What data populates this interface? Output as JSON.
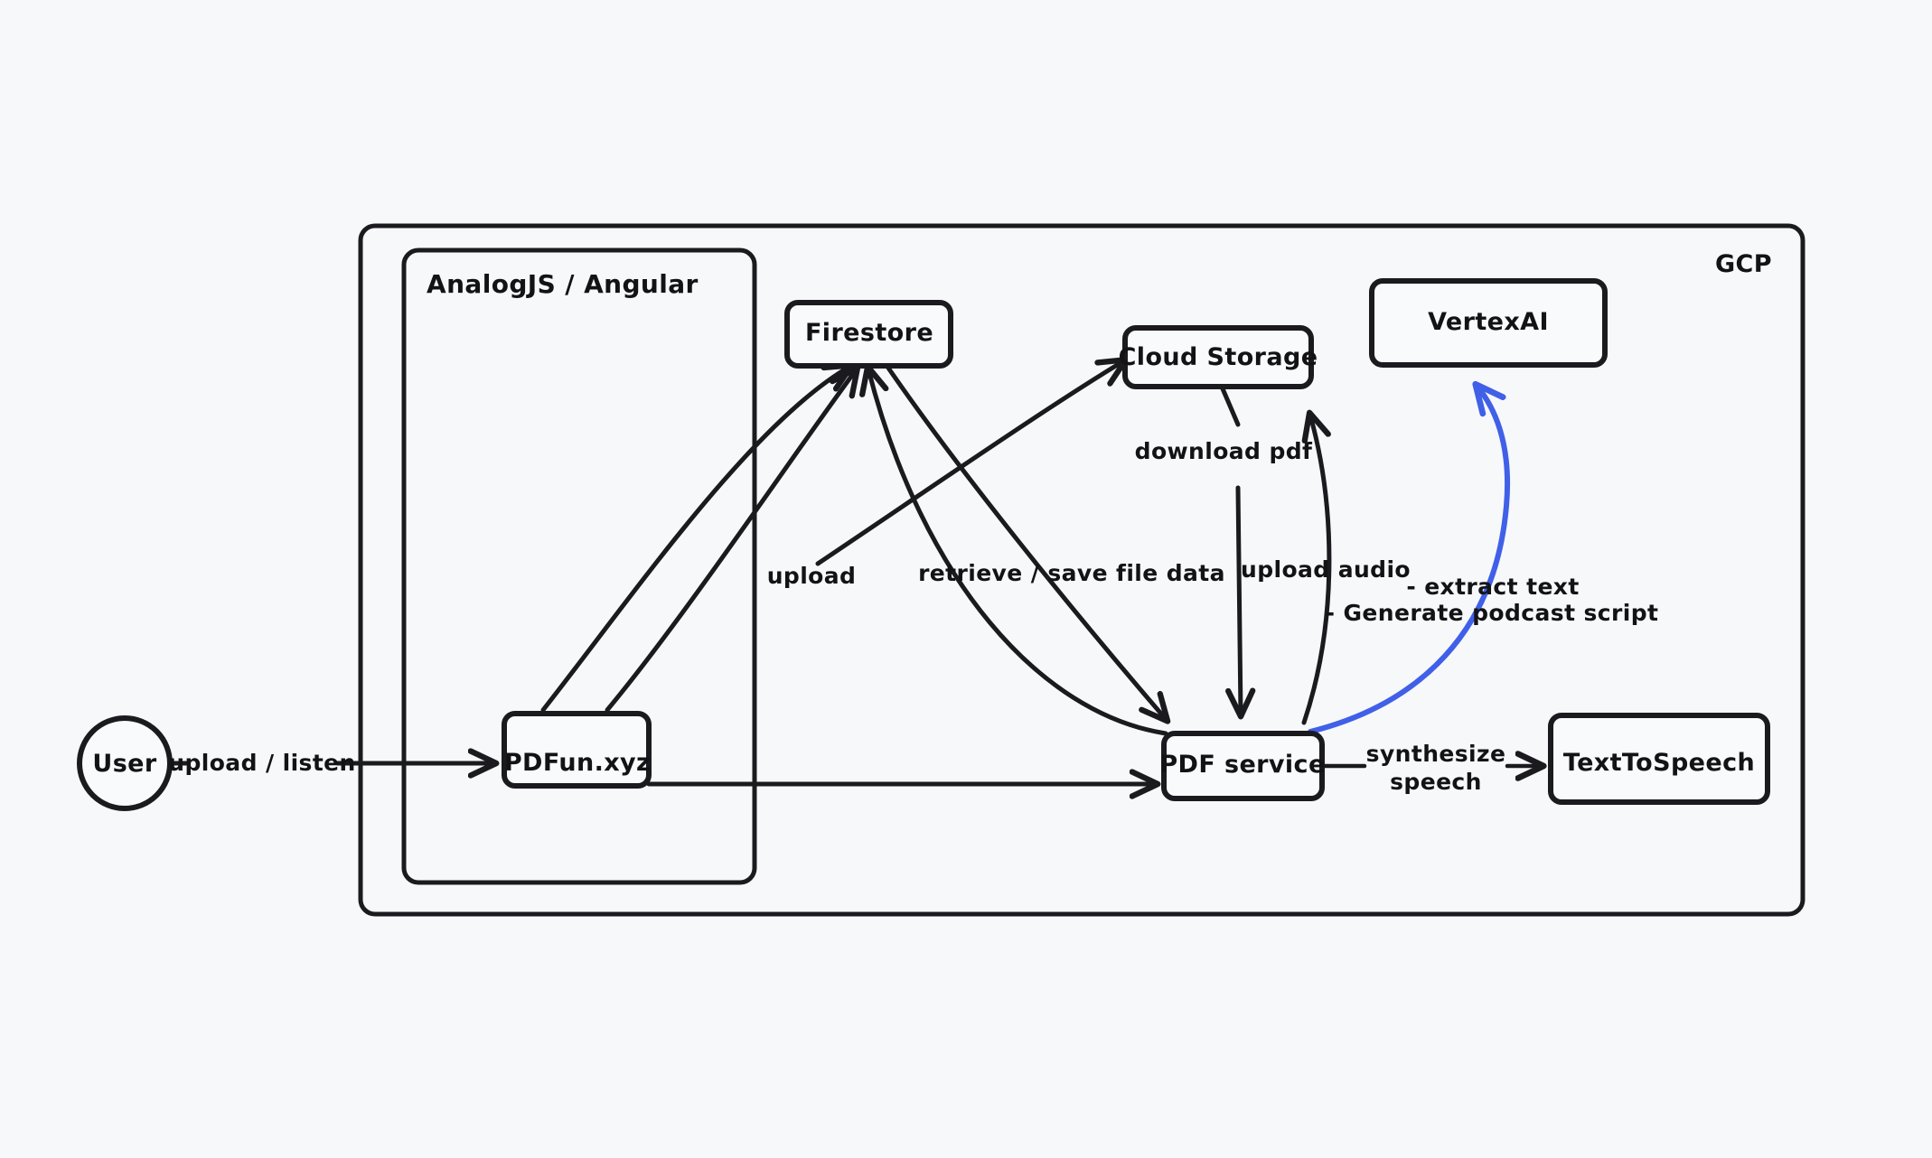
{
  "diagram": {
    "title": "PDFun.xyz architecture",
    "background_color": "#f7f8fa",
    "stroke_color": "#1b1b1f",
    "accent_color": "#4060e8"
  },
  "containers": {
    "gcp": {
      "label": "GCP"
    },
    "frontend": {
      "label": "AnalogJS / Angular"
    }
  },
  "nodes": {
    "user": {
      "label": "User",
      "shape": "circle"
    },
    "pdfun": {
      "label": "PDFun.xyz",
      "shape": "rounded-rect"
    },
    "firestore": {
      "label": "Firestore",
      "shape": "rounded-rect"
    },
    "cloud_storage": {
      "label": "Cloud Storage",
      "shape": "rounded-rect"
    },
    "vertex_ai": {
      "label": "VertexAI",
      "shape": "rounded-rect"
    },
    "pdf_service": {
      "label": "PDF service",
      "shape": "rounded-rect"
    },
    "text_to_speech": {
      "label": "TextToSpeech",
      "shape": "rounded-rect"
    }
  },
  "edges": {
    "user_to_pdfun": {
      "label": "upload / listen"
    },
    "pdfun_to_firestore": {
      "label": "upload"
    },
    "pdf_service_to_firestore": {
      "label": "retrieve / save file data"
    },
    "cloud_storage_to_pdf_service": {
      "label": "download pdf"
    },
    "pdf_service_to_cloud_storage": {
      "label": "upload audio"
    },
    "pdf_service_to_vertex_ai": {
      "label_line_1": "- extract text",
      "label_line_2": "- Generate podcast script"
    },
    "pdf_service_to_tts": {
      "label_line_1": "synthesize",
      "label_line_2": "speech"
    }
  }
}
